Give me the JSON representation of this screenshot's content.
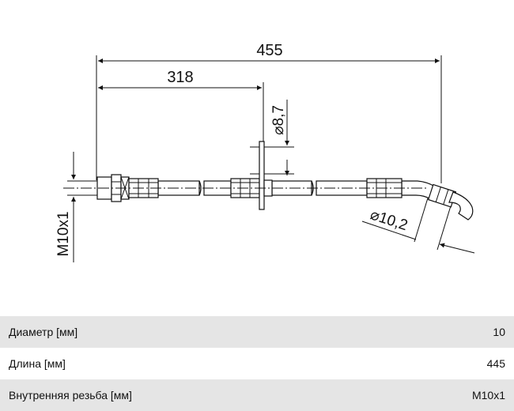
{
  "drawing": {
    "dimensions": {
      "overall_length": "455",
      "fitting_position": "318",
      "bracket_hole": "⌀8,7",
      "hose_outer": "⌀10,2",
      "thread": "M10x1"
    }
  },
  "specs": {
    "rows": [
      {
        "label": "Диаметр [мм]",
        "value": "10"
      },
      {
        "label": "Длина [мм]",
        "value": "445"
      },
      {
        "label": "Внутренняя резьба [мм]",
        "value": "M10x1"
      }
    ]
  }
}
